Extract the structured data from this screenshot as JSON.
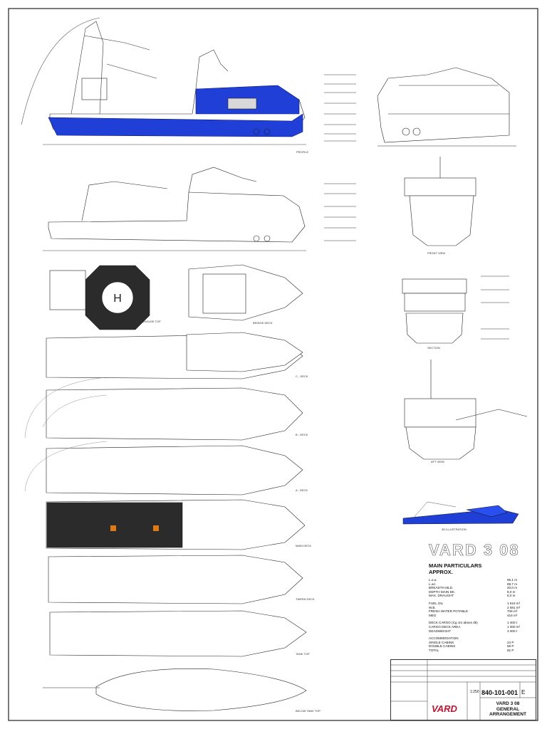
{
  "drawing": {
    "vessel_logo": "VARD 3 08",
    "particulars_title": "MAIN PARTICULARS",
    "particulars_subtitle": "APPROX.",
    "particulars": [
      {
        "label": "L.o.a.",
        "value": "95,1 m"
      },
      {
        "label": "L.w.l.",
        "value": "89,7 m"
      },
      {
        "label": "BREADTH MLD.",
        "value": "20,0 m"
      },
      {
        "label": "DEPTH MAIN DK.",
        "value": "9,0 m"
      },
      {
        "label": "MAX. DRAUGHT",
        "value": "6,0 m"
      },
      {
        "label": "",
        "value": ""
      },
      {
        "label": "FUEL OIL",
        "value": "1 616 m³"
      },
      {
        "label": "W.B.",
        "value": "2 581 m³"
      },
      {
        "label": "FRESH WATER POTABLE",
        "value": "706 m³"
      },
      {
        "label": "MEG",
        "value": "416 m³"
      },
      {
        "label": "",
        "value": ""
      },
      {
        "label": "DECK CARGO (Cg 1m above dk)",
        "value": "1 400 t"
      },
      {
        "label": "CARGO DECK AREA",
        "value": "1 000 m²"
      },
      {
        "label": "DEADWEIGHT",
        "value": "3 000 t"
      },
      {
        "label": "",
        "value": ""
      },
      {
        "label": "ACCOMMODATION",
        "value": ""
      },
      {
        "label": "SINGLE CABINS",
        "value": "24 P"
      },
      {
        "label": "DOUBLE CABINS",
        "value": "58 P"
      },
      {
        "label": "TOTAL",
        "value": "82 P"
      }
    ],
    "view_labels": {
      "profile": "PROFILE",
      "wheelhouse_top": "WHEELHOUSE TOP",
      "bridge_deck": "BRIDGE DECK",
      "c_deck": "C - DECK",
      "b_deck": "B - DECK",
      "a_deck": "A - DECK",
      "main_deck": "MAIN DECK",
      "tween_deck": "TWEEN DECK",
      "tank_top": "TANK TOP",
      "below_tank_top": "BELOW TANK TOP",
      "front_view": "FRONT VIEW",
      "section": "SECTION",
      "aft_view": "AFT VIEW",
      "illustration": "3D ILLUSTRATION"
    },
    "title_block": {
      "doc_number": "840-101-001",
      "revision": "E",
      "scale": "1:250",
      "title_line1": "VARD 3 08",
      "title_line2": "GENERAL ARRANGEMENT",
      "company": "VARD"
    },
    "colors": {
      "hull_blue": "#1f3fd6",
      "deck_dark": "#2b2b2b",
      "line": "#222222",
      "accent_orange": "#e07a10"
    }
  }
}
